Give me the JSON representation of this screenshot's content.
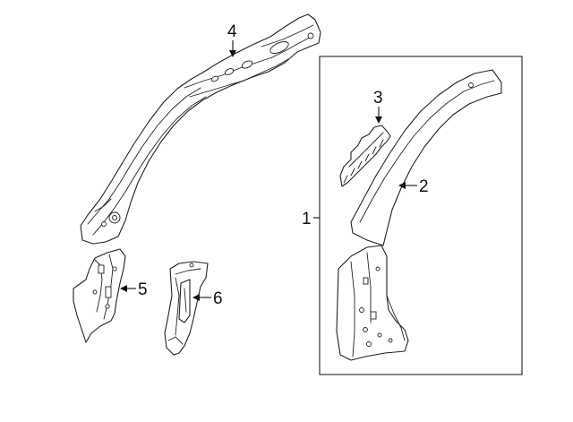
{
  "diagram": {
    "callouts": [
      {
        "id": "1",
        "text": "1"
      },
      {
        "id": "2",
        "text": "2"
      },
      {
        "id": "3",
        "text": "3"
      },
      {
        "id": "4",
        "text": "4"
      },
      {
        "id": "5",
        "text": "5"
      },
      {
        "id": "6",
        "text": "6"
      }
    ],
    "colors": {
      "line": "#222222",
      "background": "#ffffff"
    }
  }
}
